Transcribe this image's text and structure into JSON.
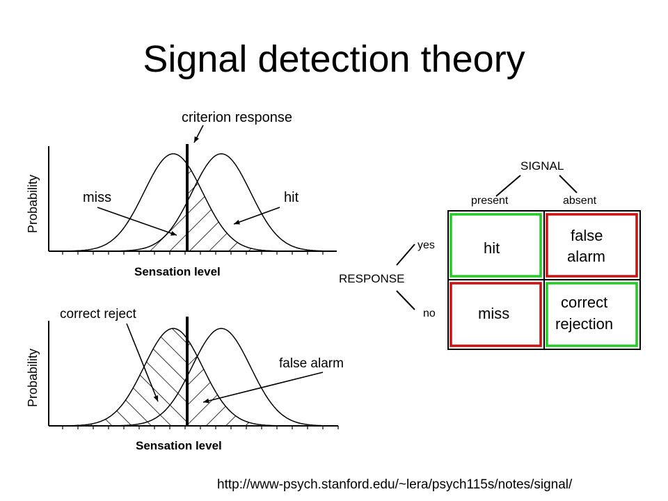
{
  "title": "Signal detection theory",
  "top_graph": {
    "criterion_label": "criterion response",
    "y_label": "Probability",
    "miss_label": "miss",
    "hit_label": "hit",
    "x_caption": "Sensation level"
  },
  "bottom_graph": {
    "correct_reject_label": "correct reject",
    "false_alarm_label": "false alarm",
    "y_label": "Probability",
    "x_caption": "Sensation level"
  },
  "matrix": {
    "signal_label": "SIGNAL",
    "present_label": "present",
    "absent_label": "absent",
    "response_label": "RESPONSE",
    "yes_label": "yes",
    "no_label": "no",
    "cells": {
      "hit": "hit",
      "false_alarm_line1": "false",
      "false_alarm_line2": "alarm",
      "miss": "miss",
      "correct_rejection_line1": "correct",
      "correct_rejection_line2": "rejection"
    },
    "colors": {
      "green": "#22cc22",
      "red": "#cc1111"
    }
  },
  "source_url": "http://www-psych.stanford.edu/~lera/psych115s/notes/signal/"
}
